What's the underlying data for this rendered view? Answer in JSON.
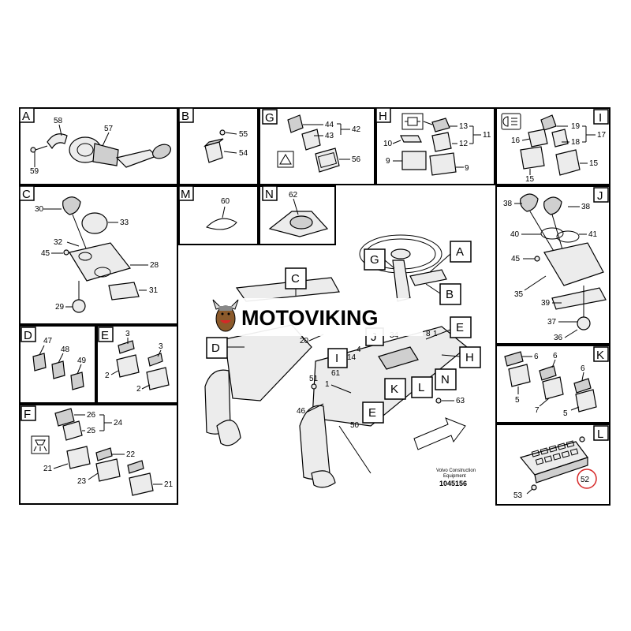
{
  "panels": [
    {
      "id": "A",
      "parts": [
        "58",
        "57",
        "59"
      ]
    },
    {
      "id": "B",
      "parts": [
        "55",
        "54"
      ]
    },
    {
      "id": "G",
      "parts": [
        "44",
        "43",
        "42",
        "56"
      ]
    },
    {
      "id": "H",
      "parts": [
        "13",
        "12",
        "11",
        "10",
        "9",
        "9"
      ]
    },
    {
      "id": "I",
      "parts": [
        "19",
        "18",
        "17",
        "16",
        "15",
        "15"
      ]
    },
    {
      "id": "C",
      "parts": [
        "30",
        "33",
        "32",
        "45",
        "28",
        "31",
        "29"
      ]
    },
    {
      "id": "M",
      "parts": [
        "60"
      ]
    },
    {
      "id": "N",
      "parts": [
        "62"
      ]
    },
    {
      "id": "J",
      "parts": [
        "38",
        "38",
        "40",
        "41",
        "45",
        "35",
        "39",
        "37",
        "36"
      ]
    },
    {
      "id": "D",
      "parts": [
        "47",
        "48",
        "49"
      ]
    },
    {
      "id": "E",
      "parts": [
        "3",
        "3",
        "2",
        "2"
      ]
    },
    {
      "id": "K",
      "parts": [
        "6",
        "6",
        "6",
        "5",
        "7",
        "5"
      ]
    },
    {
      "id": "F",
      "parts": [
        "26",
        "25",
        "24",
        "22",
        "21",
        "23",
        "21"
      ]
    },
    {
      "id": "L",
      "parts": [
        "52",
        "53"
      ]
    }
  ],
  "main": {
    "callouts": [
      "G",
      "A",
      "C",
      "B",
      "J",
      "E",
      "D",
      "I",
      "K",
      "L",
      "N",
      "H",
      "E"
    ],
    "part_numbers": [
      "20",
      "34",
      "4",
      "8",
      "1",
      "14",
      "61",
      "1",
      "51",
      "46",
      "50",
      "63"
    ]
  },
  "watermark": "MOTOVIKING",
  "footer": {
    "maker_line1": "Volvo Construction",
    "maker_line2": "Equipment",
    "doc_number": "1045156"
  },
  "highlight_color": "#d62828",
  "icons": [
    "hazard-warning-icon",
    "lamp-symbol-icon",
    "work-light-icon",
    "viking-mascot-logo"
  ]
}
